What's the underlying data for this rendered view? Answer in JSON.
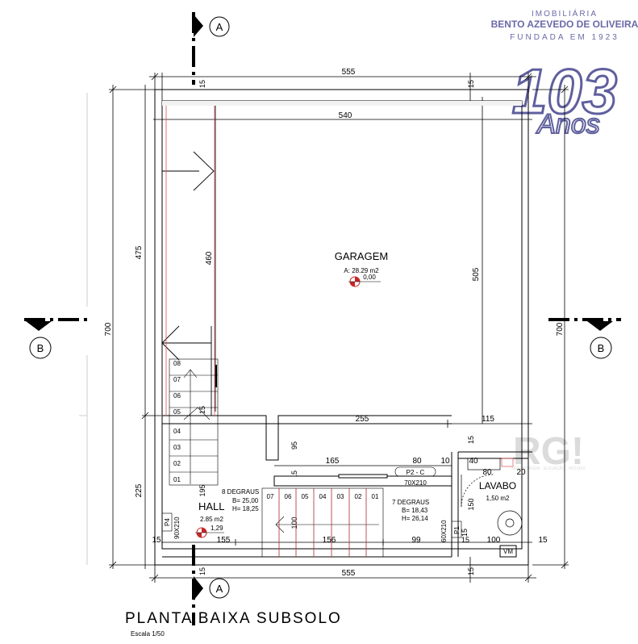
{
  "plan": {
    "title": "PLANTA BAIXA SUBSOLO",
    "scale": "Escala 1/50"
  },
  "logo": {
    "line1": "IMOBILIÁRIA",
    "line2": "BENTO AZEVEDO DE OLIVEIRA",
    "line3": "FUNDADA EM 1923",
    "number": "103",
    "word": "Anos"
  },
  "watermark": {
    "text": "RG!",
    "subtext": "REPORTAGEM · ELEVAÇÃO · IMÓVEIS"
  },
  "sections": {
    "a": "A",
    "b": "B"
  },
  "dims": {
    "top_outer": "555",
    "top_inner": "540",
    "bottom": "555",
    "left_total": "700",
    "right_total": "700",
    "left_upper": "475",
    "left_lower": "225",
    "garage_height": "460",
    "right_inner": "505",
    "wall_15": "15",
    "hall_195": "195",
    "hall_95": "95",
    "wc_255": "255",
    "wc_115": "115",
    "d165": "165",
    "d80a": "80",
    "d10": "10",
    "d40": "40",
    "d80b": "80",
    "d20": "20",
    "d150": "150",
    "d155": "155",
    "d156": "156",
    "d99": "99",
    "d100a": "100",
    "d100b": "100"
  },
  "rooms": {
    "garage": {
      "name": "GARAGEM",
      "area": "A: 28.29 m2",
      "level": "0,00"
    },
    "hall": {
      "name": "HALL",
      "area": "2.85 m2",
      "level": "1,29"
    },
    "lavabo": {
      "name": "LAVABO",
      "area": "1,50 m2"
    }
  },
  "stairs": {
    "upper": {
      "title": "8 DEGRAUS",
      "b": "B= 25,00",
      "h": "H= 18,25"
    },
    "lower": {
      "title": "7 DEGRAUS",
      "b": "B= 18,43",
      "h": "H= 26,14"
    },
    "left_steps": [
      "08",
      "07",
      "06",
      "05",
      "04",
      "03",
      "02",
      "01"
    ],
    "bottom_steps": [
      "07",
      "06",
      "05",
      "04",
      "03",
      "02",
      "01"
    ]
  },
  "doors": {
    "p2": "P2 - C",
    "p2_size": "70X210",
    "p4": "P4",
    "p4_size": "90X210",
    "p1": "P1",
    "p1_size": "60X210",
    "vm": "VM"
  }
}
